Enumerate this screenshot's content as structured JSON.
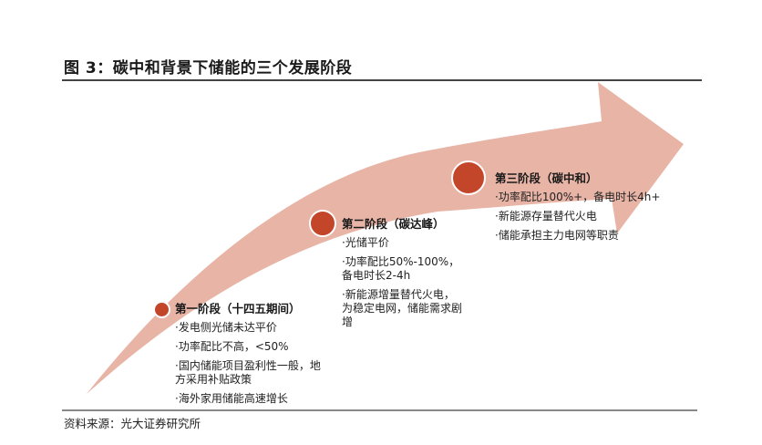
{
  "figure": {
    "title": "图 3：碳中和背景下储能的三个发展阶段",
    "source": "资料来源：光大证券研究所"
  },
  "colors": {
    "arrow": "#e8b4a6",
    "stage_dot": "#c4462a",
    "rule_top": "#444444",
    "rule_bottom": "#888888"
  },
  "stages": [
    {
      "heading": "第一阶段（十四五期间）",
      "items": [
        "·发电侧光储未达平价",
        "·功率配比不高，<50%",
        "·国内储能项目盈利性一般，地方采用补贴政策",
        "·海外家用储能高速增长"
      ]
    },
    {
      "heading": "第二阶段（碳达峰）",
      "items": [
        "·光储平价",
        "·功率配比50%-100%，备电时长2-4h",
        "·新能源增量替代火电，为稳定电网，储能需求剧增"
      ]
    },
    {
      "heading": "第三阶段（碳中和）",
      "items": [
        "·功率配比100%+，备电时长4h+",
        "·新能源存量替代火电",
        "·储能承担主力电网等职责"
      ]
    }
  ]
}
